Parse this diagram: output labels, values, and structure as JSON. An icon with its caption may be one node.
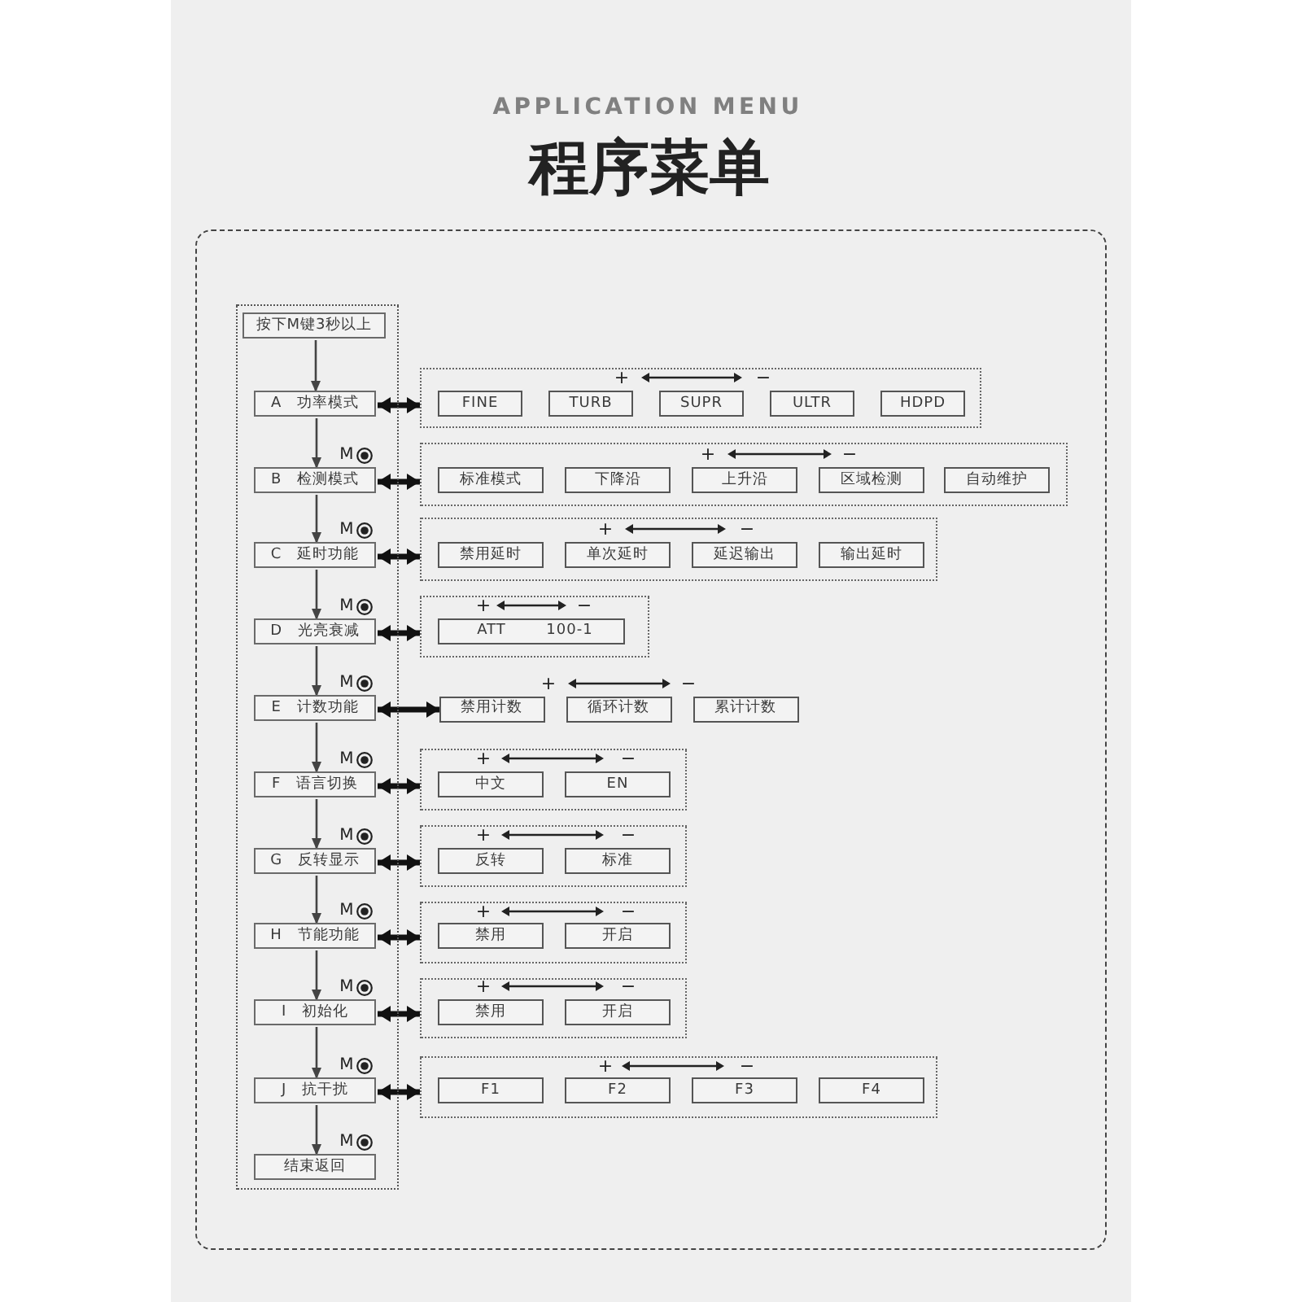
{
  "diagram": {
    "title": "程序菜单",
    "nodes": [
      {
        "text": [],
        "shape": "box"
      },
      {
        "text": [],
        "shape": "box",
        "in": 0
      },
      {
        "text": [
          "按下M键3秒以上"
        ],
        "in": 1
      },
      {
        "text": [
          "A 功率模式"
        ],
        "in": 1
      },
      {
        "text": [
          "+",
          "−"
        ],
        "in": 0
      },
      {
        "text": [
          "FINE"
        ],
        "in": 4
      },
      {
        "text": [
          "TURB"
        ],
        "in": 4
      },
      {
        "text": [
          "SUPR"
        ],
        "in": 4
      },
      {
        "text": [
          "ULTR"
        ],
        "in": 4
      },
      {
        "text": [
          "HDPD"
        ],
        "in": 4
      },
      {
        "text": [
          "B 检测模式"
        ],
        "in": 1
      },
      {
        "text": [
          "+",
          "−"
        ],
        "in": 0
      },
      {
        "text": [
          "标准模式"
        ],
        "in": 11
      },
      {
        "text": [
          "下降沿"
        ],
        "in": 11
      },
      {
        "text": [
          "上升沿"
        ],
        "in": 11
      },
      {
        "text": [
          "区域检测"
        ],
        "in": 11
      },
      {
        "text": [
          "自动维护"
        ],
        "in": 11
      },
      {
        "text": [
          "C 延时功能"
        ],
        "in": 1
      },
      {
        "text": [
          "+",
          "−"
        ],
        "in": 0
      },
      {
        "text": [
          "禁用延时"
        ],
        "in": 18
      },
      {
        "text": [
          "单次延时"
        ],
        "in": 18
      },
      {
        "text": [
          "延迟输出"
        ],
        "in": 18
      },
      {
        "text": [
          "输出延时"
        ],
        "in": 18
      },
      {
        "text": [
          "D 光亮衰减"
        ],
        "in": 1
      },
      {
        "text": [
          "+",
          "−"
        ],
        "in": 0
      },
      {
        "text": [
          "ATT",
          "100-1"
        ],
        "in": 24
      },
      {
        "text": [
          "E 计数功能"
        ],
        "in": 1
      },
      {
        "text": [
          "禁用计数"
        ],
        "in": 0
      },
      {
        "text": [
          "循环计数"
        ],
        "in": 0
      },
      {
        "text": [
          "累计计数"
        ],
        "in": 0
      },
      {
        "text": [
          "F 语言切换"
        ],
        "in": 1
      },
      {
        "text": [
          "+",
          "−"
        ],
        "in": 0
      },
      {
        "text": [
          "中文"
        ],
        "in": 31
      },
      {
        "text": [
          "EN"
        ],
        "in": 31
      },
      {
        "text": [
          "G 反转显示"
        ],
        "in": 1
      },
      {
        "text": [
          "+",
          "−"
        ],
        "in": 0
      },
      {
        "text": [
          "反转"
        ],
        "in": 35
      },
      {
        "text": [
          "标准"
        ],
        "in": 35
      },
      {
        "text": [
          "H 节能功能"
        ],
        "in": 1
      },
      {
        "text": [
          "+",
          "−"
        ],
        "in": 0
      },
      {
        "text": [
          "禁用"
        ],
        "in": 39
      },
      {
        "text": [
          "开启"
        ],
        "in": 39
      },
      {
        "text": [
          "I 初始化"
        ],
        "in": 1
      },
      {
        "text": [
          "+",
          "−"
        ],
        "in": 0
      },
      {
        "text": [
          "禁用"
        ],
        "in": 43
      },
      {
        "text": [
          "开启"
        ],
        "in": 43
      },
      {
        "text": [
          "J 抗干扰"
        ],
        "in": 1
      },
      {
        "text": [
          "+",
          "−"
        ],
        "in": 0
      },
      {
        "text": [
          "F1"
        ],
        "in": 47
      },
      {
        "text": [
          "F2"
        ],
        "in": 47
      },
      {
        "text": [
          "F3"
        ],
        "in": 47
      },
      {
        "text": [
          "F4"
        ],
        "in": 47
      },
      {
        "text": [
          "结束返回"
        ],
        "in": 1
      }
    ],
    "edges": [
      {
        "from": 2,
        "to": 3,
        "arrow": "to"
      },
      {
        "from": 3,
        "to": 4,
        "arrow": "both",
        "style": "thick"
      },
      {
        "from": 3,
        "to": 10,
        "arrow": "to",
        "label": "M"
      },
      {
        "from": 10,
        "to": 11,
        "arrow": "both",
        "style": "thick"
      },
      {
        "from": 10,
        "to": 17,
        "arrow": "to",
        "label": "M"
      },
      {
        "from": 17,
        "to": 18,
        "arrow": "both",
        "style": "thick"
      },
      {
        "from": 17,
        "to": 23,
        "arrow": "to",
        "label": "M"
      },
      {
        "from": 23,
        "to": 24,
        "arrow": "both",
        "style": "thick"
      },
      {
        "from": 23,
        "to": 26,
        "arrow": "to",
        "label": "M"
      },
      {
        "from": 26,
        "to": 27,
        "arrow": "both",
        "style": "thick"
      },
      {
        "from": 26,
        "to": 30,
        "arrow": "to",
        "label": "M"
      },
      {
        "from": 30,
        "to": 31,
        "arrow": "both",
        "style": "thick"
      },
      {
        "from": 30,
        "to": 34,
        "arrow": "to",
        "label": "M"
      },
      {
        "from": 34,
        "to": 35,
        "arrow": "both",
        "style": "thick"
      },
      {
        "from": 34,
        "to": 38,
        "arrow": "to",
        "label": "M"
      },
      {
        "from": 38,
        "to": 39,
        "arrow": "both",
        "style": "thick"
      },
      {
        "from": 38,
        "to": 42,
        "arrow": "to",
        "label": "M"
      },
      {
        "from": 42,
        "to": 43,
        "arrow": "both",
        "style": "thick"
      },
      {
        "from": 42,
        "to": 46,
        "arrow": "to",
        "label": "M"
      },
      {
        "from": 46,
        "to": 47,
        "arrow": "both",
        "style": "thick"
      },
      {
        "from": 46,
        "to": 52,
        "arrow": "to",
        "label": "M"
      }
    ],
    "labels": [
      "APPLICATION MENU",
      "+",
      "−"
    ]
  }
}
